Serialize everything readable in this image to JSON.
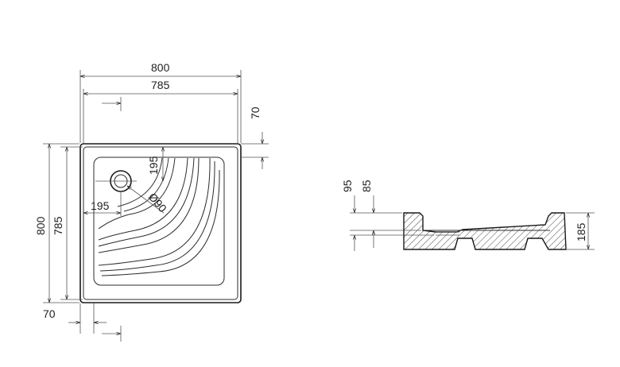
{
  "plan_view": {
    "dims": {
      "outer_width": "800",
      "inner_width": "785",
      "top_offset": "70",
      "drain_offset_vertical": "195",
      "drain_offset_horizontal": "195",
      "drain_diameter": "Ø90",
      "outer_height": "800",
      "inner_height": "785",
      "bottom_offset": "70"
    }
  },
  "section_view": {
    "dims": {
      "total_height_95": "95",
      "inner_height_85": "85",
      "overall_height": "185"
    }
  }
}
